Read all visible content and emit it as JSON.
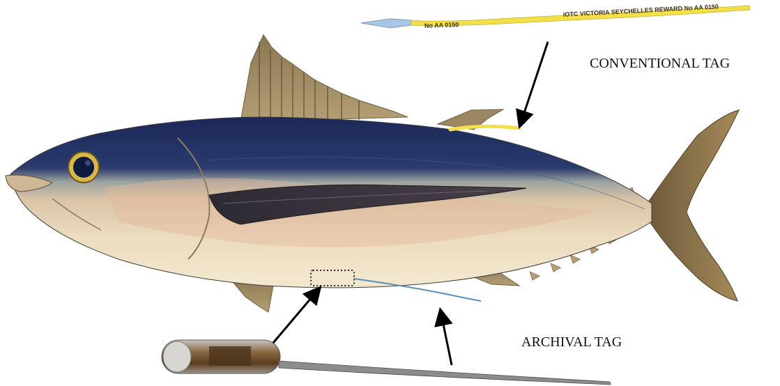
{
  "labels": {
    "conventional": "CONVENTIONAL TAG",
    "archival": "ARCHIVAL TAG"
  },
  "conventional_tag_print": {
    "left": "No AA 0150",
    "right": "IOTC VICTORIA SEYCHELLES REWARD No AA 0150"
  },
  "colors": {
    "fish_back": "#1f2d5c",
    "fish_belly": "#efe2c4",
    "fish_flank": "#e2b99a",
    "fin": "#a08a63",
    "tag_yellow": "#f2df4a",
    "tag_tip": "#a9c6e6",
    "archival_capsule": "#6b4a2a",
    "arrow": "#000000"
  },
  "icons": {
    "fish": "albacore-tuna-illustration",
    "conventional_tag": "dart-tag",
    "archival_tag": "archival-tag-capsule"
  }
}
